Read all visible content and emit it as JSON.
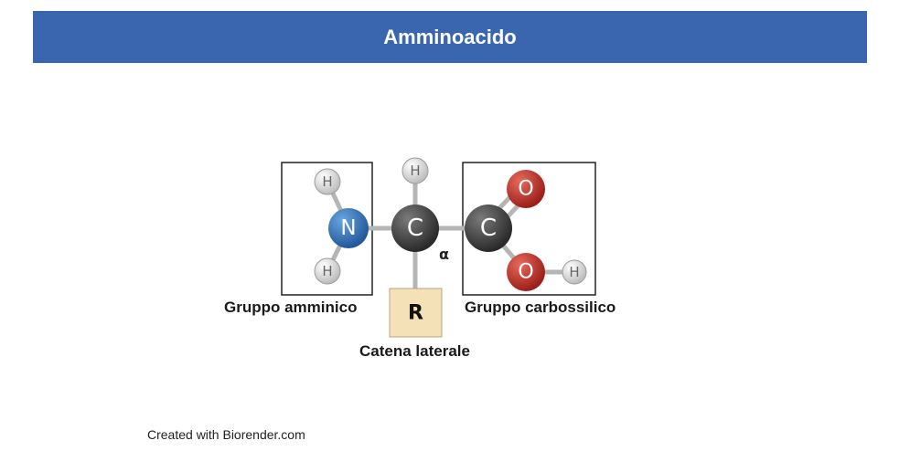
{
  "header": {
    "title": "Amminoacido"
  },
  "molecule": {
    "atoms": {
      "nitrogen": "N",
      "alpha_carbon": "C",
      "carboxyl_carbon": "C",
      "oxygen_double": "O",
      "oxygen_hydroxyl": "O",
      "hydrogen": "H"
    },
    "alpha_symbol": "α",
    "side_chain_symbol": "R"
  },
  "labels": {
    "amino_group": "Gruppo amminico",
    "carboxyl_group": "Gruppo carbossilico",
    "side_chain": "Catena laterale"
  },
  "footer": {
    "credit": "Created with Biorender.com"
  },
  "colors": {
    "header": "#3a66b0",
    "nitrogen": "#3d7bbf",
    "carbon": "#4a4a4a",
    "oxygen": "#c0342c",
    "hydrogen": "#e6e6e6",
    "side_chain_box": "#f5e1b8"
  }
}
